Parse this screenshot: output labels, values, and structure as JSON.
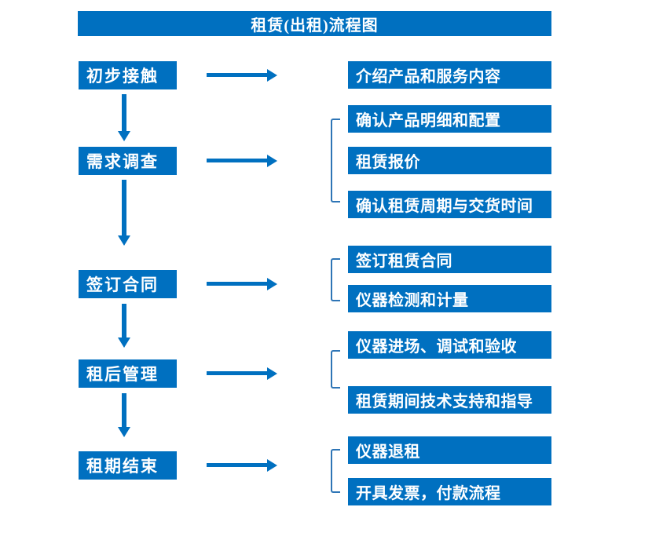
{
  "title": "租赁(出租)流程图",
  "colors": {
    "accent": "#0070C0",
    "bracket": "#2E75B6",
    "text": "#FFFFFF",
    "background": "#FFFFFF"
  },
  "steps": [
    {
      "label": "初步接触",
      "outputs": [
        "介绍产品和服务内容"
      ]
    },
    {
      "label": "需求调查",
      "outputs": [
        "确认产品明细和配置",
        "租赁报价",
        "确认租赁周期与交货时间"
      ]
    },
    {
      "label": "签订合同",
      "outputs": [
        "签订租赁合同",
        "仪器检测和计量"
      ]
    },
    {
      "label": "租后管理",
      "outputs": [
        "仪器进场、调试和验收",
        "租赁期间技术支持和指导"
      ]
    },
    {
      "label": "租期结束",
      "outputs": [
        "仪器退租",
        "开具发票，付款流程"
      ]
    }
  ]
}
